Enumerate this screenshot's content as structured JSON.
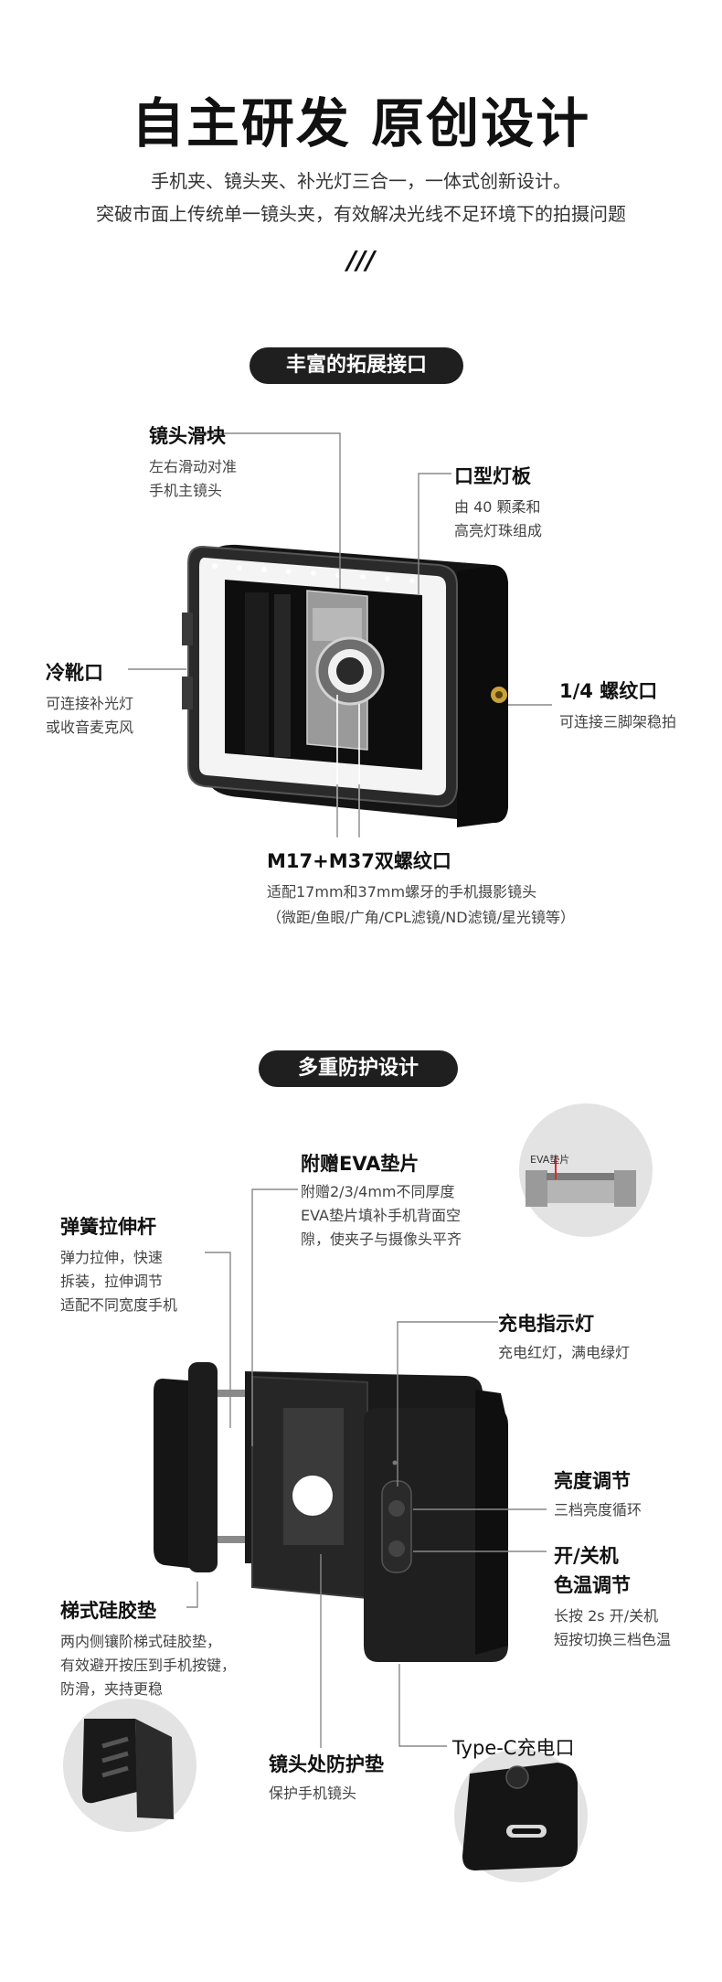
{
  "header": {
    "title": "自主研发 原创设计",
    "subtitle_1": "手机夹、镜头夹、补光灯三合一，一体式创新设计。",
    "subtitle_2": "突破市面上传统单一镜头夹，有效解决光线不足环境下的拍摄问题",
    "slashes": "///"
  },
  "section1": {
    "pill": "丰富的拓展接口",
    "callouts": {
      "slider_title": "镜头滑块",
      "slider_desc_1": "左右滑动对准",
      "slider_desc_2": "手机主镜头",
      "light_title": "口型灯板",
      "light_desc_1": "由 40 颗柔和",
      "light_desc_2": "高亮灯珠组成",
      "shoe_title": "冷靴口",
      "shoe_desc_1": "可连接补光灯",
      "shoe_desc_2": "或收音麦克风",
      "screw_title": "1/4 螺纹口",
      "screw_desc": "可连接三脚架稳拍",
      "m17_title": "M17+M37双螺纹口",
      "m17_desc_1": "适配17mm和37mm螺牙的手机摄影镜头",
      "m17_desc_2": "（微距/鱼眼/广角/CPL滤镜/ND滤镜/星光镜等）"
    }
  },
  "section2": {
    "pill": "多重防护设计",
    "callouts": {
      "eva_title": "附赠EVA垫片",
      "eva_desc_1": "附赠2/3/4mm不同厚度",
      "eva_desc_2": "EVA垫片填补手机背面空",
      "eva_desc_3": "隙，使夹子与摄像头平齐",
      "eva_inset_label": "EVA垫片",
      "spring_title": "弹簧拉伸杆",
      "spring_desc_1": "弹力拉伸，快速",
      "spring_desc_2": "拆装，拉伸调节",
      "spring_desc_3": "适配不同宽度手机",
      "indicator_title": "充电指示灯",
      "indicator_desc": "充电红灯，满电绿灯",
      "bright_title": "亮度调节",
      "bright_desc": "三档亮度循环",
      "power_title_1": "开/关机",
      "power_title_2": "色温调节",
      "power_desc_1": "长按 2s 开/关机",
      "power_desc_2": "短按切换三档色温",
      "silicone_title": "梯式硅胶垫",
      "silicone_desc_1": "两内侧镶阶梯式硅胶垫，",
      "silicone_desc_2": "有效避开按压到手机按键，",
      "silicone_desc_3": "防滑，夹持更稳",
      "typec_title": "Type-C充电口",
      "lenspad_title": "镜头处防护垫",
      "lenspad_desc": "保护手机镜头"
    }
  },
  "colors": {
    "pill_bg": "#1f1f1f",
    "line": "#888888",
    "eva_marker": "#d32f2f",
    "screw_gold": "#c9a23a"
  }
}
